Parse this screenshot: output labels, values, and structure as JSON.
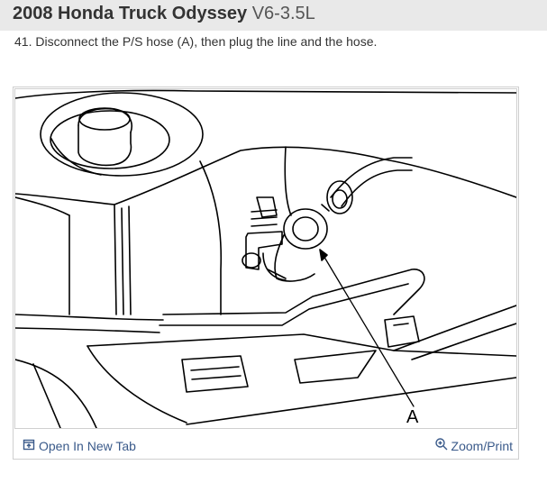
{
  "header": {
    "title": "2008 Honda Truck Odyssey",
    "engine": "V6-3.5L"
  },
  "instruction": {
    "text": "41. Disconnect the P/S hose (A), then plug the line and the hose."
  },
  "figure": {
    "callout_label": "A"
  },
  "footer": {
    "open_tab_label": "Open In New Tab",
    "open_tab_icon": "open-in-new-tab-icon",
    "zoom_label": "Zoom/Print",
    "zoom_icon": "zoom-icon"
  },
  "colors": {
    "link": "#3a5a8a",
    "header_bg": "#e9e9e9"
  }
}
